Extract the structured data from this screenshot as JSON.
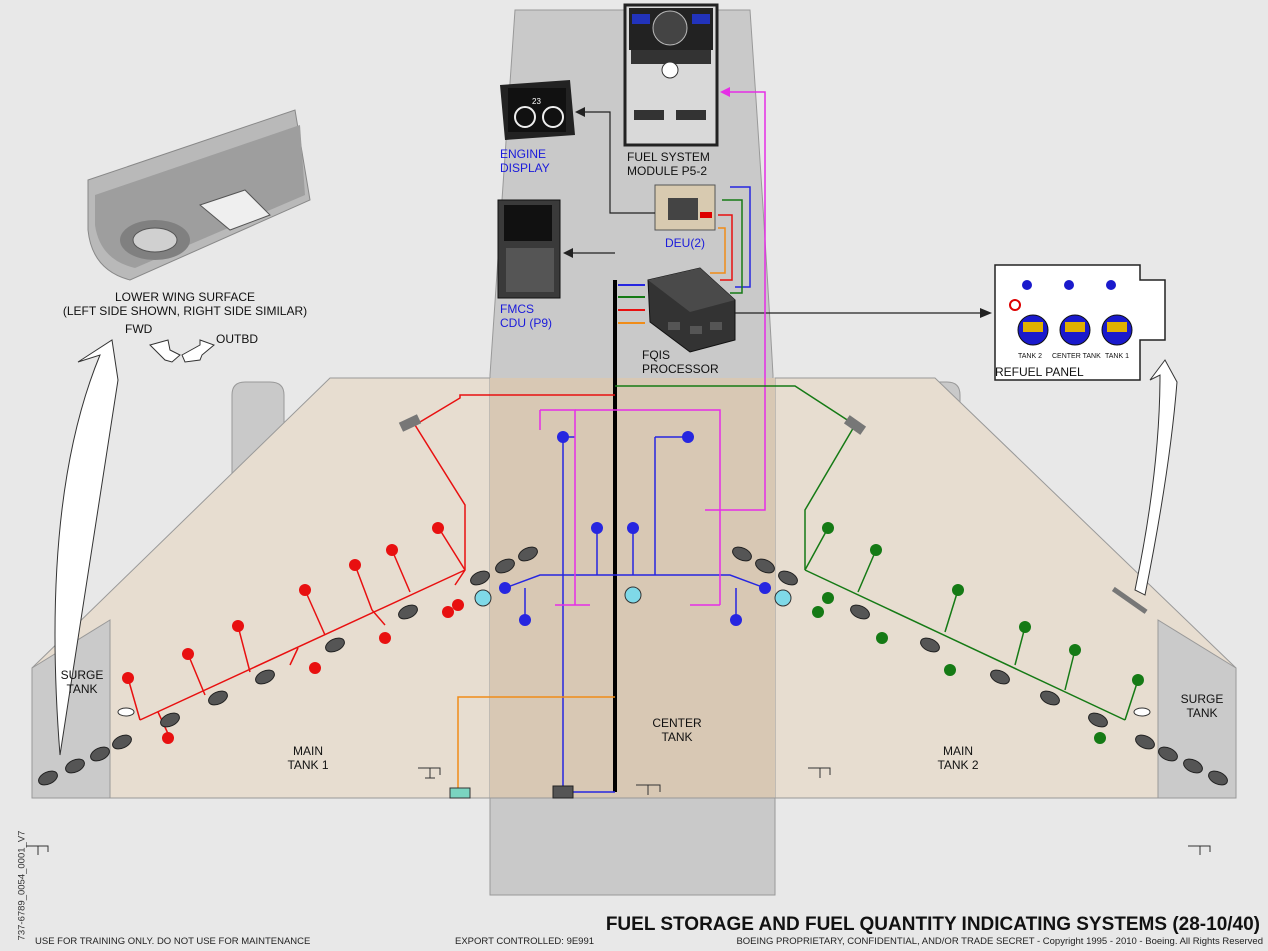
{
  "labels": {
    "lower_wing": "LOWER WING SURFACE",
    "lower_wing_note": "(LEFT SIDE SHOWN, RIGHT SIDE SIMILAR)",
    "fwd": "FWD",
    "outbd": "OUTBD",
    "engine_display_1": "ENGINE",
    "engine_display_2": "DISPLAY",
    "fuel_module_1": "FUEL SYSTEM",
    "fuel_module_2": "MODULE P5-2",
    "deu": "DEU(2)",
    "fmcs_1": "FMCS",
    "fmcs_2": "CDU (P9)",
    "fqis_1": "FQIS",
    "fqis_2": "PROCESSOR",
    "refuel_panel": "REFUEL PANEL",
    "refuel_tank2": "TANK 2",
    "refuel_center": "CENTER TANK",
    "refuel_tank1": "TANK 1",
    "surge_left_1": "SURGE",
    "surge_left_2": "TANK",
    "surge_right_1": "SURGE",
    "surge_right_2": "TANK",
    "main1_1": "MAIN",
    "main1_2": "TANK 1",
    "main2_1": "MAIN",
    "main2_2": "TANK 2",
    "center_1": "CENTER",
    "center_2": "TANK",
    "engine_readout": "23"
  },
  "footer": {
    "title": "FUEL STORAGE AND FUEL QUANTITY INDICATING  SYSTEMS (28-10/40)",
    "training": "USE FOR TRAINING ONLY. DO NOT USE FOR MAINTENANCE",
    "export": "EXPORT CONTROLLED: 9E991",
    "proprietary": "BOEING PROPRIETARY, CONFIDENTIAL, AND/OR TRADE SECRET - Copyright 1995 - 2010 - Boeing. All Rights Reserved",
    "doc_id": "737-6789_0054_0001_V7"
  },
  "colors": {
    "tank1": "#e81010",
    "tank2": "#157a15",
    "center": "#2626e0",
    "data": "#e62ee6",
    "orange": "#f08c18",
    "text_blue": "#1a1adb",
    "wing_fill": "#e7ddd0",
    "center_fill": "#d8c8b4"
  }
}
